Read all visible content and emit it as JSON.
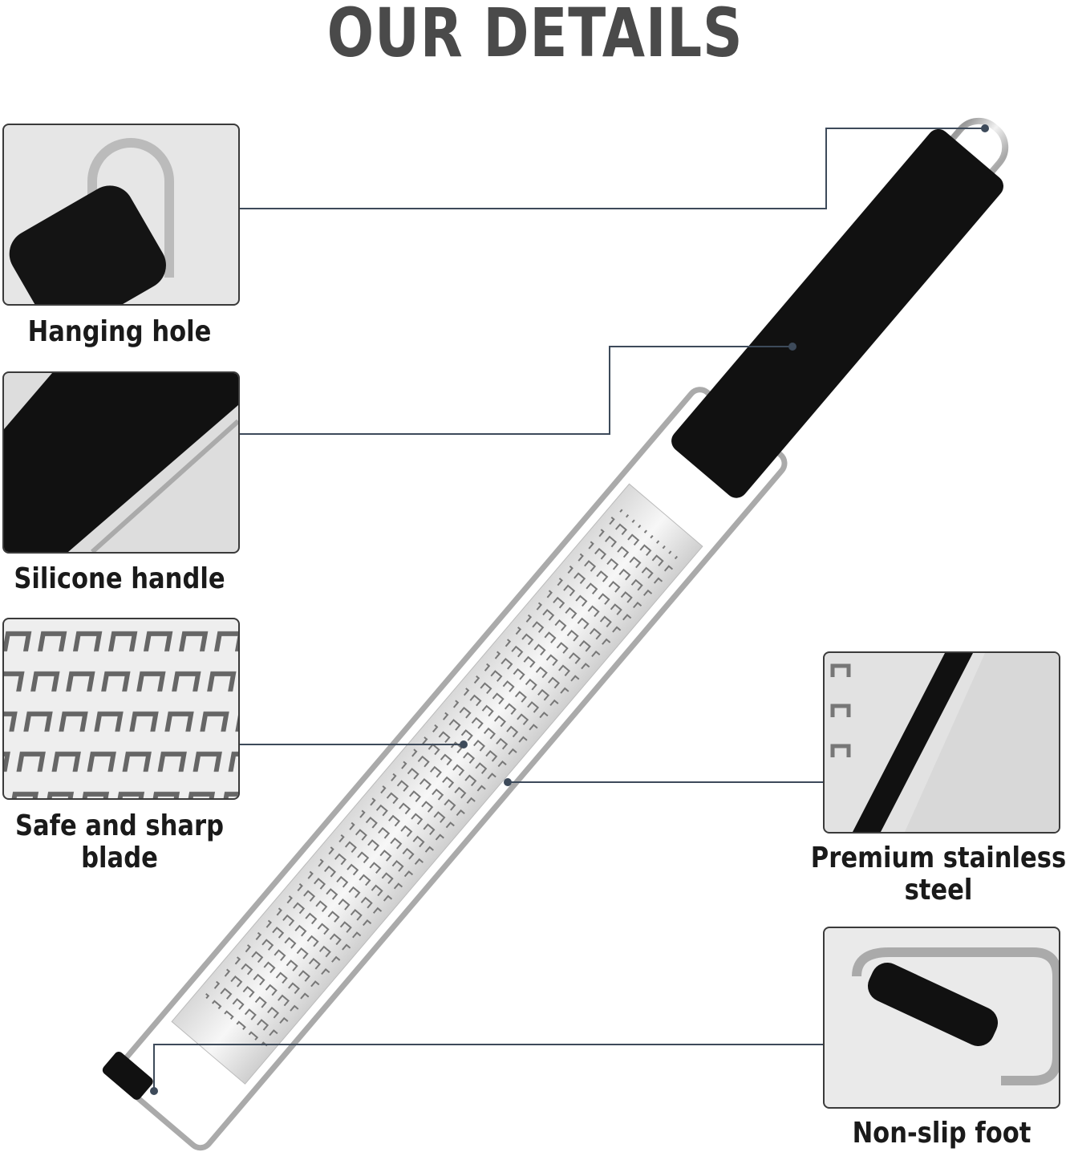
{
  "title": "OUR DETAILS",
  "features": [
    {
      "label": "Hanging hole"
    },
    {
      "label": "Silicone handle"
    },
    {
      "label_line1": "Safe and sharp",
      "label_line2": "blade"
    },
    {
      "label_line1": "Premium stainless",
      "label_line2": "steel"
    },
    {
      "label": "Non-slip foot"
    }
  ],
  "colors": {
    "title": "#4a4a4a",
    "callout_line": "#3d4a5a",
    "handle": "#111111",
    "steel": "#c8c8c8"
  }
}
